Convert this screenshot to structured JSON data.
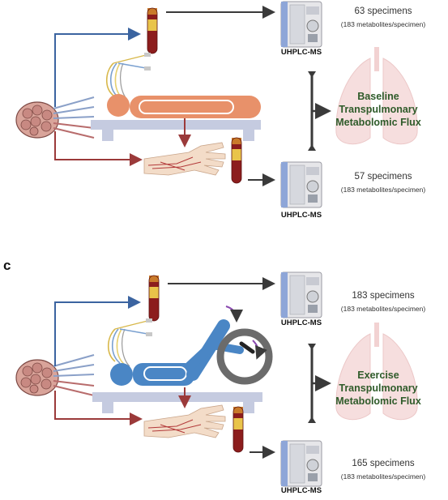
{
  "panel_c": {
    "label": "c"
  },
  "panel_b": {
    "top_ms": {
      "instrument": "UHPLC-MS",
      "specimens": "63 specimens",
      "metabolites": "(183 metabolites/specimen)"
    },
    "bottom_ms": {
      "instrument": "UHPLC-MS",
      "specimens": "57 specimens",
      "metabolites": "(183 metabolites/specimen)"
    },
    "flux": {
      "line1": "Baseline",
      "line2": "Transpulmonary",
      "line3": "Metabolomic Flux"
    }
  },
  "panel_c_content": {
    "top_ms": {
      "instrument": "UHPLC-MS",
      "specimens": "183 specimens",
      "metabolites": "(183 metabolites/specimen)"
    },
    "bottom_ms": {
      "instrument": "UHPLC-MS",
      "specimens": "165 specimens",
      "metabolites": "(183 metabolites/specimen)"
    },
    "flux": {
      "line1": "Exercise",
      "line2": "Transpulmonary",
      "line3": "Metabolomic Flux"
    }
  },
  "colors": {
    "artery_red": "#9b3a3a",
    "vein_blue": "#3b64a0",
    "arrow_dark": "#3a3a3a",
    "patient_orange": "#e8916a",
    "patient_blue": "#4a86c5",
    "lung_pink": "#f6dede",
    "flux_green": "#2f5b2a",
    "table_gray": "#c5cbe0"
  },
  "icons": [
    "lung-tissue-icon",
    "blood-tube-icon",
    "ms-instrument-icon",
    "hand-icon",
    "lungs-icon",
    "catheter-lines-icon",
    "cycle-ergometer-icon"
  ]
}
